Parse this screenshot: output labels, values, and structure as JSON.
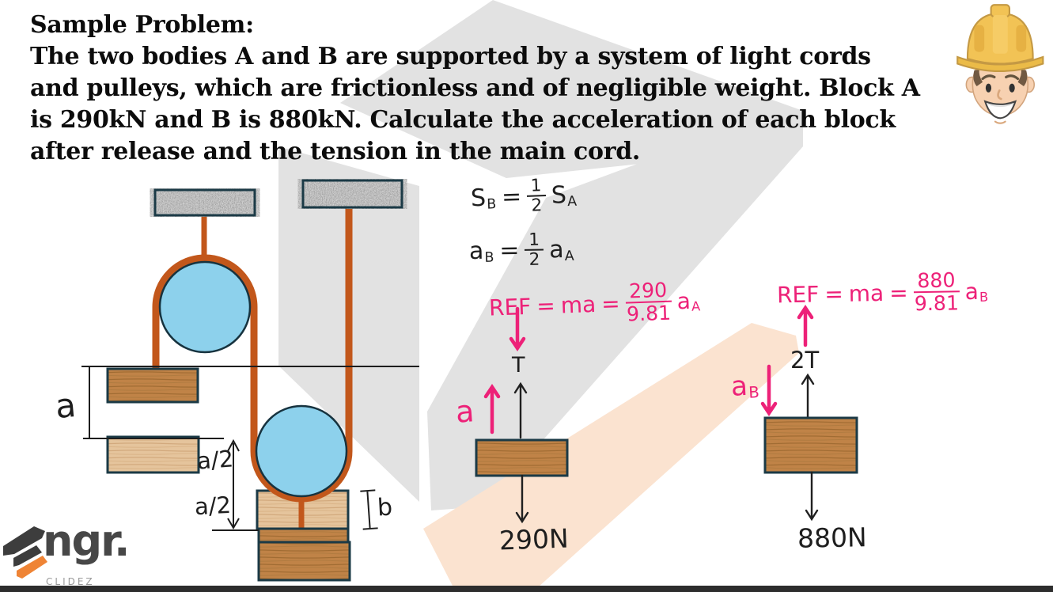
{
  "header": {
    "title": "Sample Problem:",
    "body_lines": [
      "The two bodies A and B are supported by a system of light cords",
      "and pulleys, which are frictionless and of negligible weight. Block A",
      "is 290kN and B is 880kN. Calculate the acceleration of each block",
      "after release and the tension in the main cord."
    ]
  },
  "equations": {
    "s_relation": {
      "lhs": "S",
      "lhs_sub": "B",
      "equals": "=",
      "frac_num": "1",
      "frac_den": "2",
      "rhs": "S",
      "rhs_sub": "A"
    },
    "a_relation": {
      "lhs": "a",
      "lhs_sub": "B",
      "equals": "=",
      "frac_num": "1",
      "frac_den": "2",
      "rhs": "a",
      "rhs_sub": "A"
    },
    "ref_block_a": {
      "label": "REF",
      "eq1": "=",
      "term": "ma",
      "eq2": "=",
      "frac_num": "290",
      "frac_den": "9.81",
      "rhs": "a",
      "rhs_sub": "A"
    },
    "ref_block_b": {
      "label": "REF",
      "eq1": "=",
      "term": "ma",
      "eq2": "=",
      "frac_num": "880",
      "frac_den": "9.81",
      "rhs": "a",
      "rhs_sub": "B"
    }
  },
  "diagram": {
    "dim_a": "a",
    "dim_a_half_upper": "a/2",
    "dim_a_half_lower": "a/2",
    "dim_b": "b"
  },
  "fbd_a": {
    "tension_label": "T",
    "accel_label": "a",
    "weight_label": "290N"
  },
  "fbd_b": {
    "tension_label": "2T",
    "accel_label": "a",
    "accel_sub": "B",
    "weight_label": "880N"
  },
  "logo": {
    "brand_text": "ngr.",
    "subtitle": "CLIDEZ"
  },
  "colors": {
    "pink": "#ed2178",
    "cord_orange": "#c2571b",
    "pulley_blue": "#8dd1ec",
    "watermark_gray": "#e2e2e2",
    "watermark_peach": "#fbe3d0",
    "logo_orange": "#ef8435",
    "ink": "#1e1e1e"
  }
}
